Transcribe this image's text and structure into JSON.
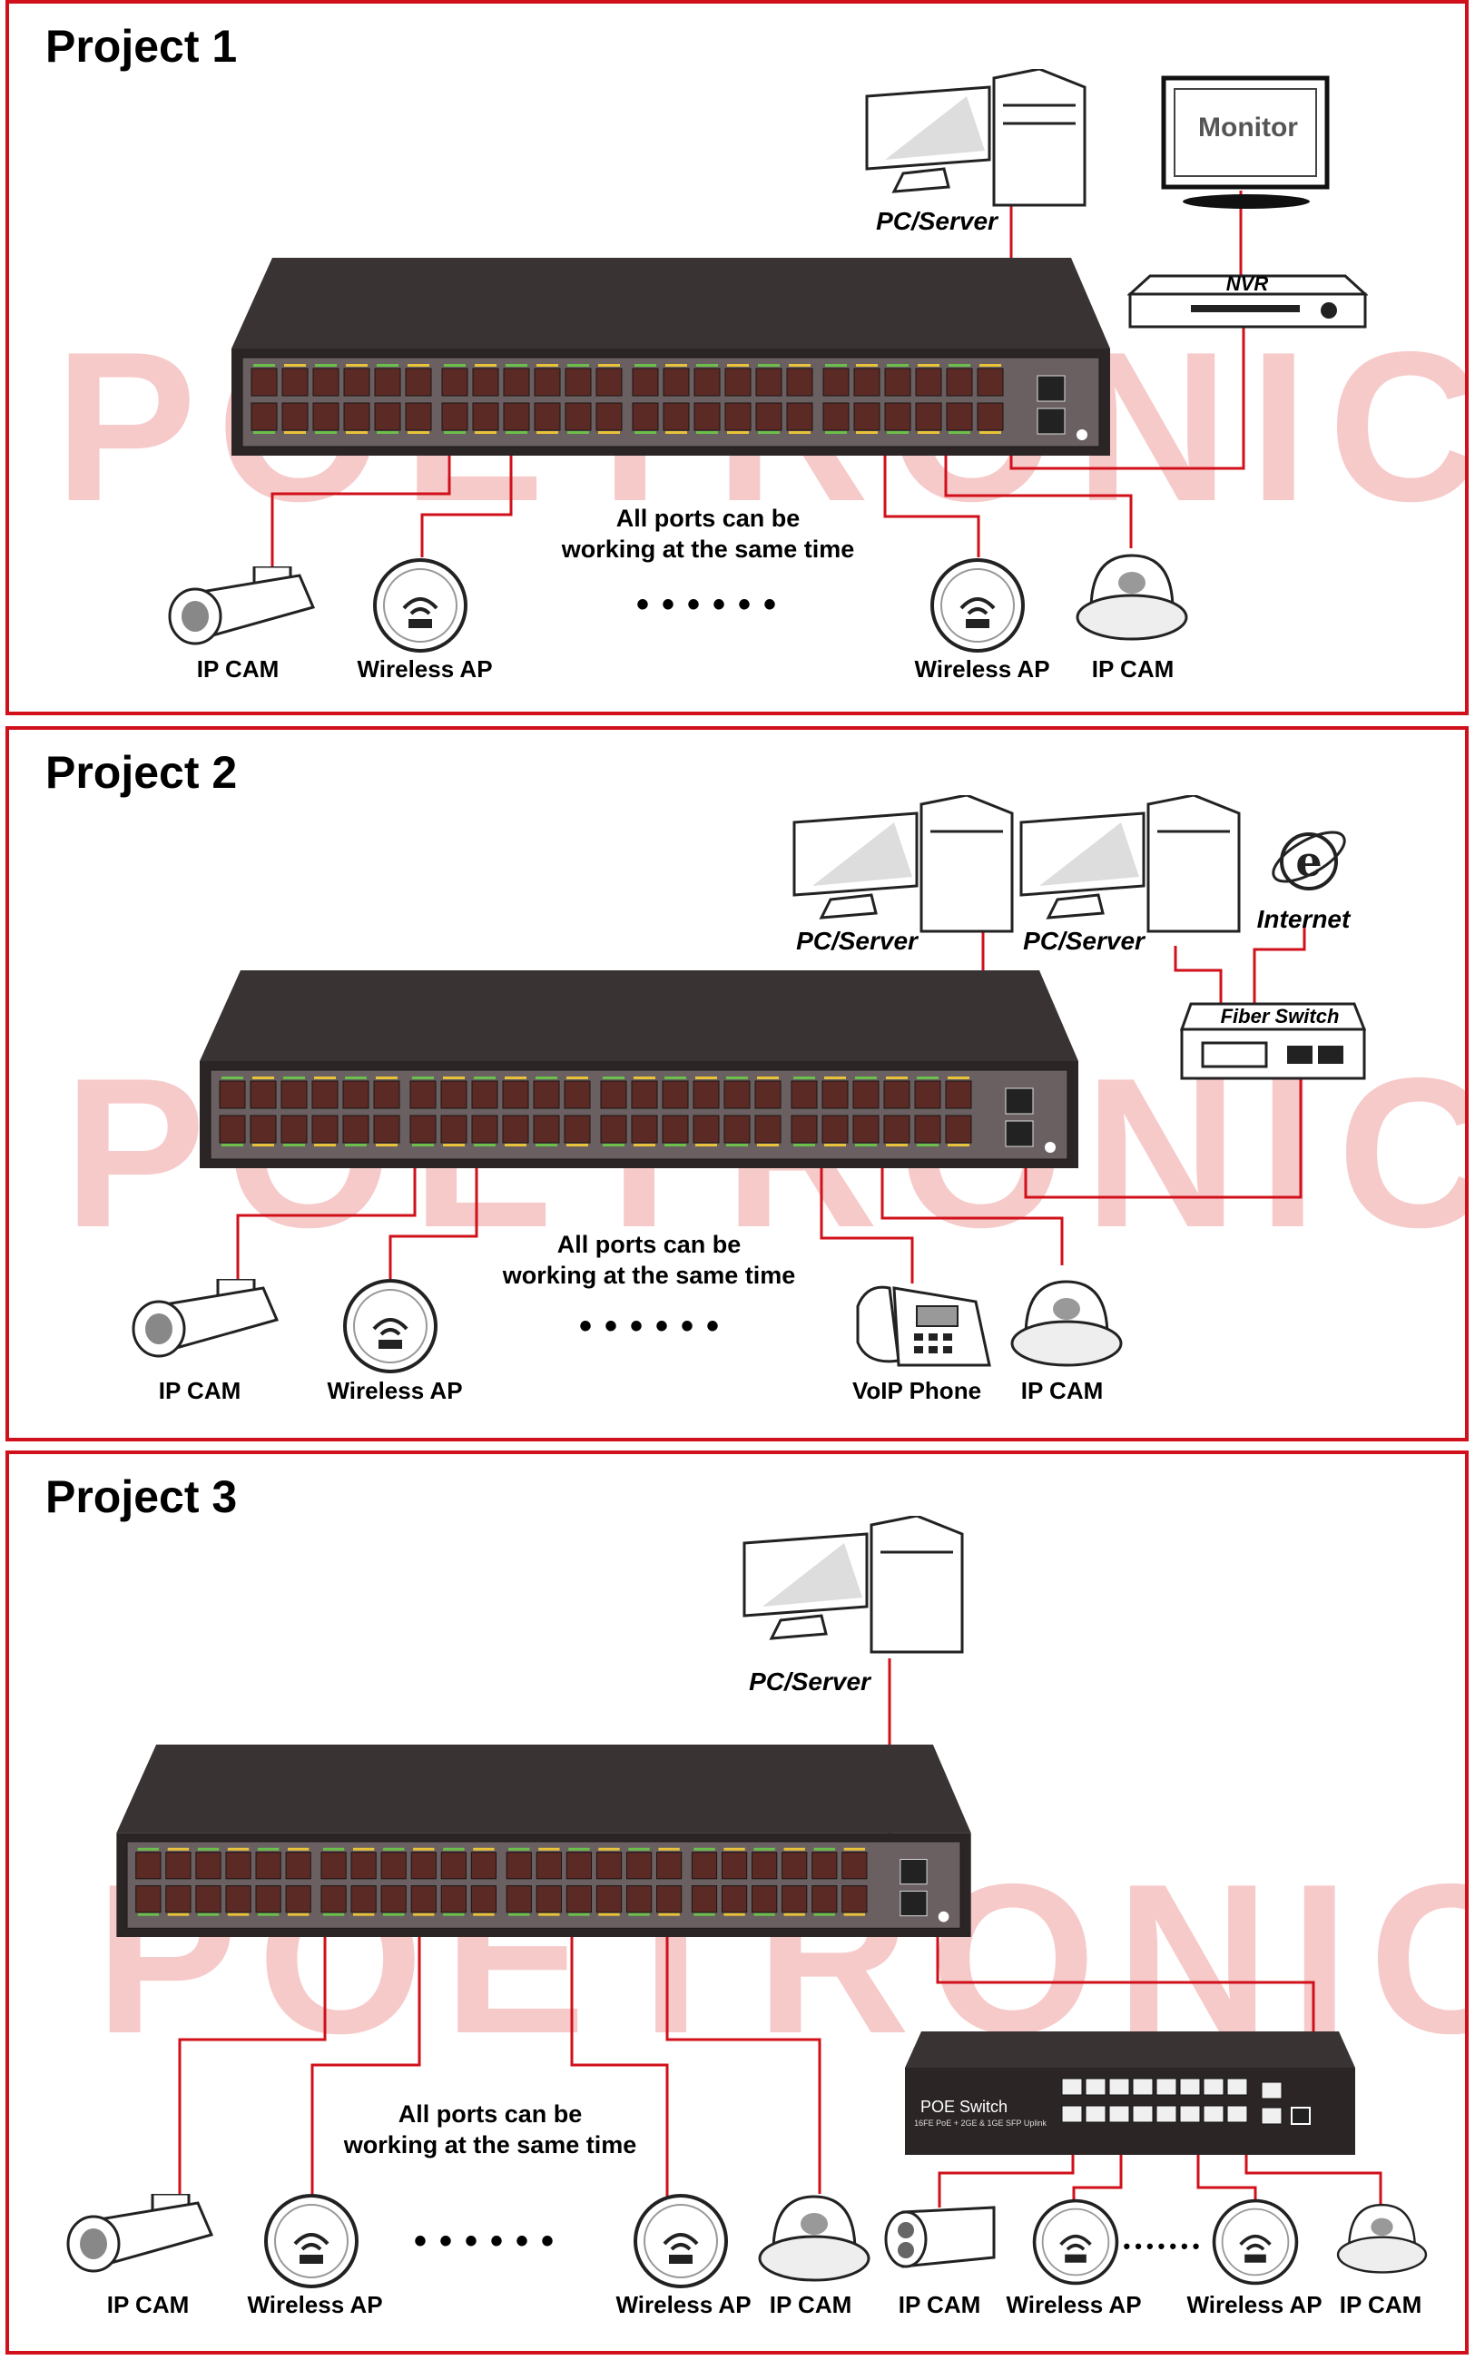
{
  "brand_watermark": "POETRONICS",
  "colors": {
    "frame": "#d0101a",
    "wire": "#d0101a",
    "switch_body": "#3a3334",
    "port": "#5c2a24"
  },
  "projects": [
    {
      "title": "Project 1",
      "note_line1": "All ports can be",
      "note_line2": "working at the same time",
      "ellipsis": "••••••",
      "labels": {
        "pc": "PC/Server",
        "monitor": "Monitor",
        "monitor_screen": "Monitor",
        "nvr": "NVR",
        "cam1": "IP CAM",
        "ap1": "Wireless AP",
        "ap2": "Wireless AP",
        "cam2": "IP CAM"
      }
    },
    {
      "title": "Project 2",
      "note_line1": "All ports can be",
      "note_line2": "working at the same time",
      "ellipsis": "••••••",
      "labels": {
        "pc1": "PC/Server",
        "pc2": "PC/Server",
        "internet": "Internet",
        "fiber": "Fiber Switch",
        "cam1": "IP CAM",
        "ap1": "Wireless AP",
        "voip": "VoIP Phone",
        "cam2": "IP CAM"
      }
    },
    {
      "title": "Project 3",
      "note_line1": "All ports can be",
      "note_line2": "working at the same time",
      "ellipsis": "••••••",
      "ellipsis_small": "•••••••",
      "labels": {
        "pc": "PC/Server",
        "poe_title": "POE Switch",
        "poe_sub": "16FE PoE + 2GE & 1GE SFP Uplink",
        "cam1": "IP CAM",
        "ap1": "Wireless AP",
        "ap2": "Wireless AP",
        "cam2": "IP CAM",
        "cam3": "IP CAM",
        "ap3": "Wireless AP",
        "ap4": "Wireless AP",
        "cam4": "IP CAM"
      }
    }
  ]
}
